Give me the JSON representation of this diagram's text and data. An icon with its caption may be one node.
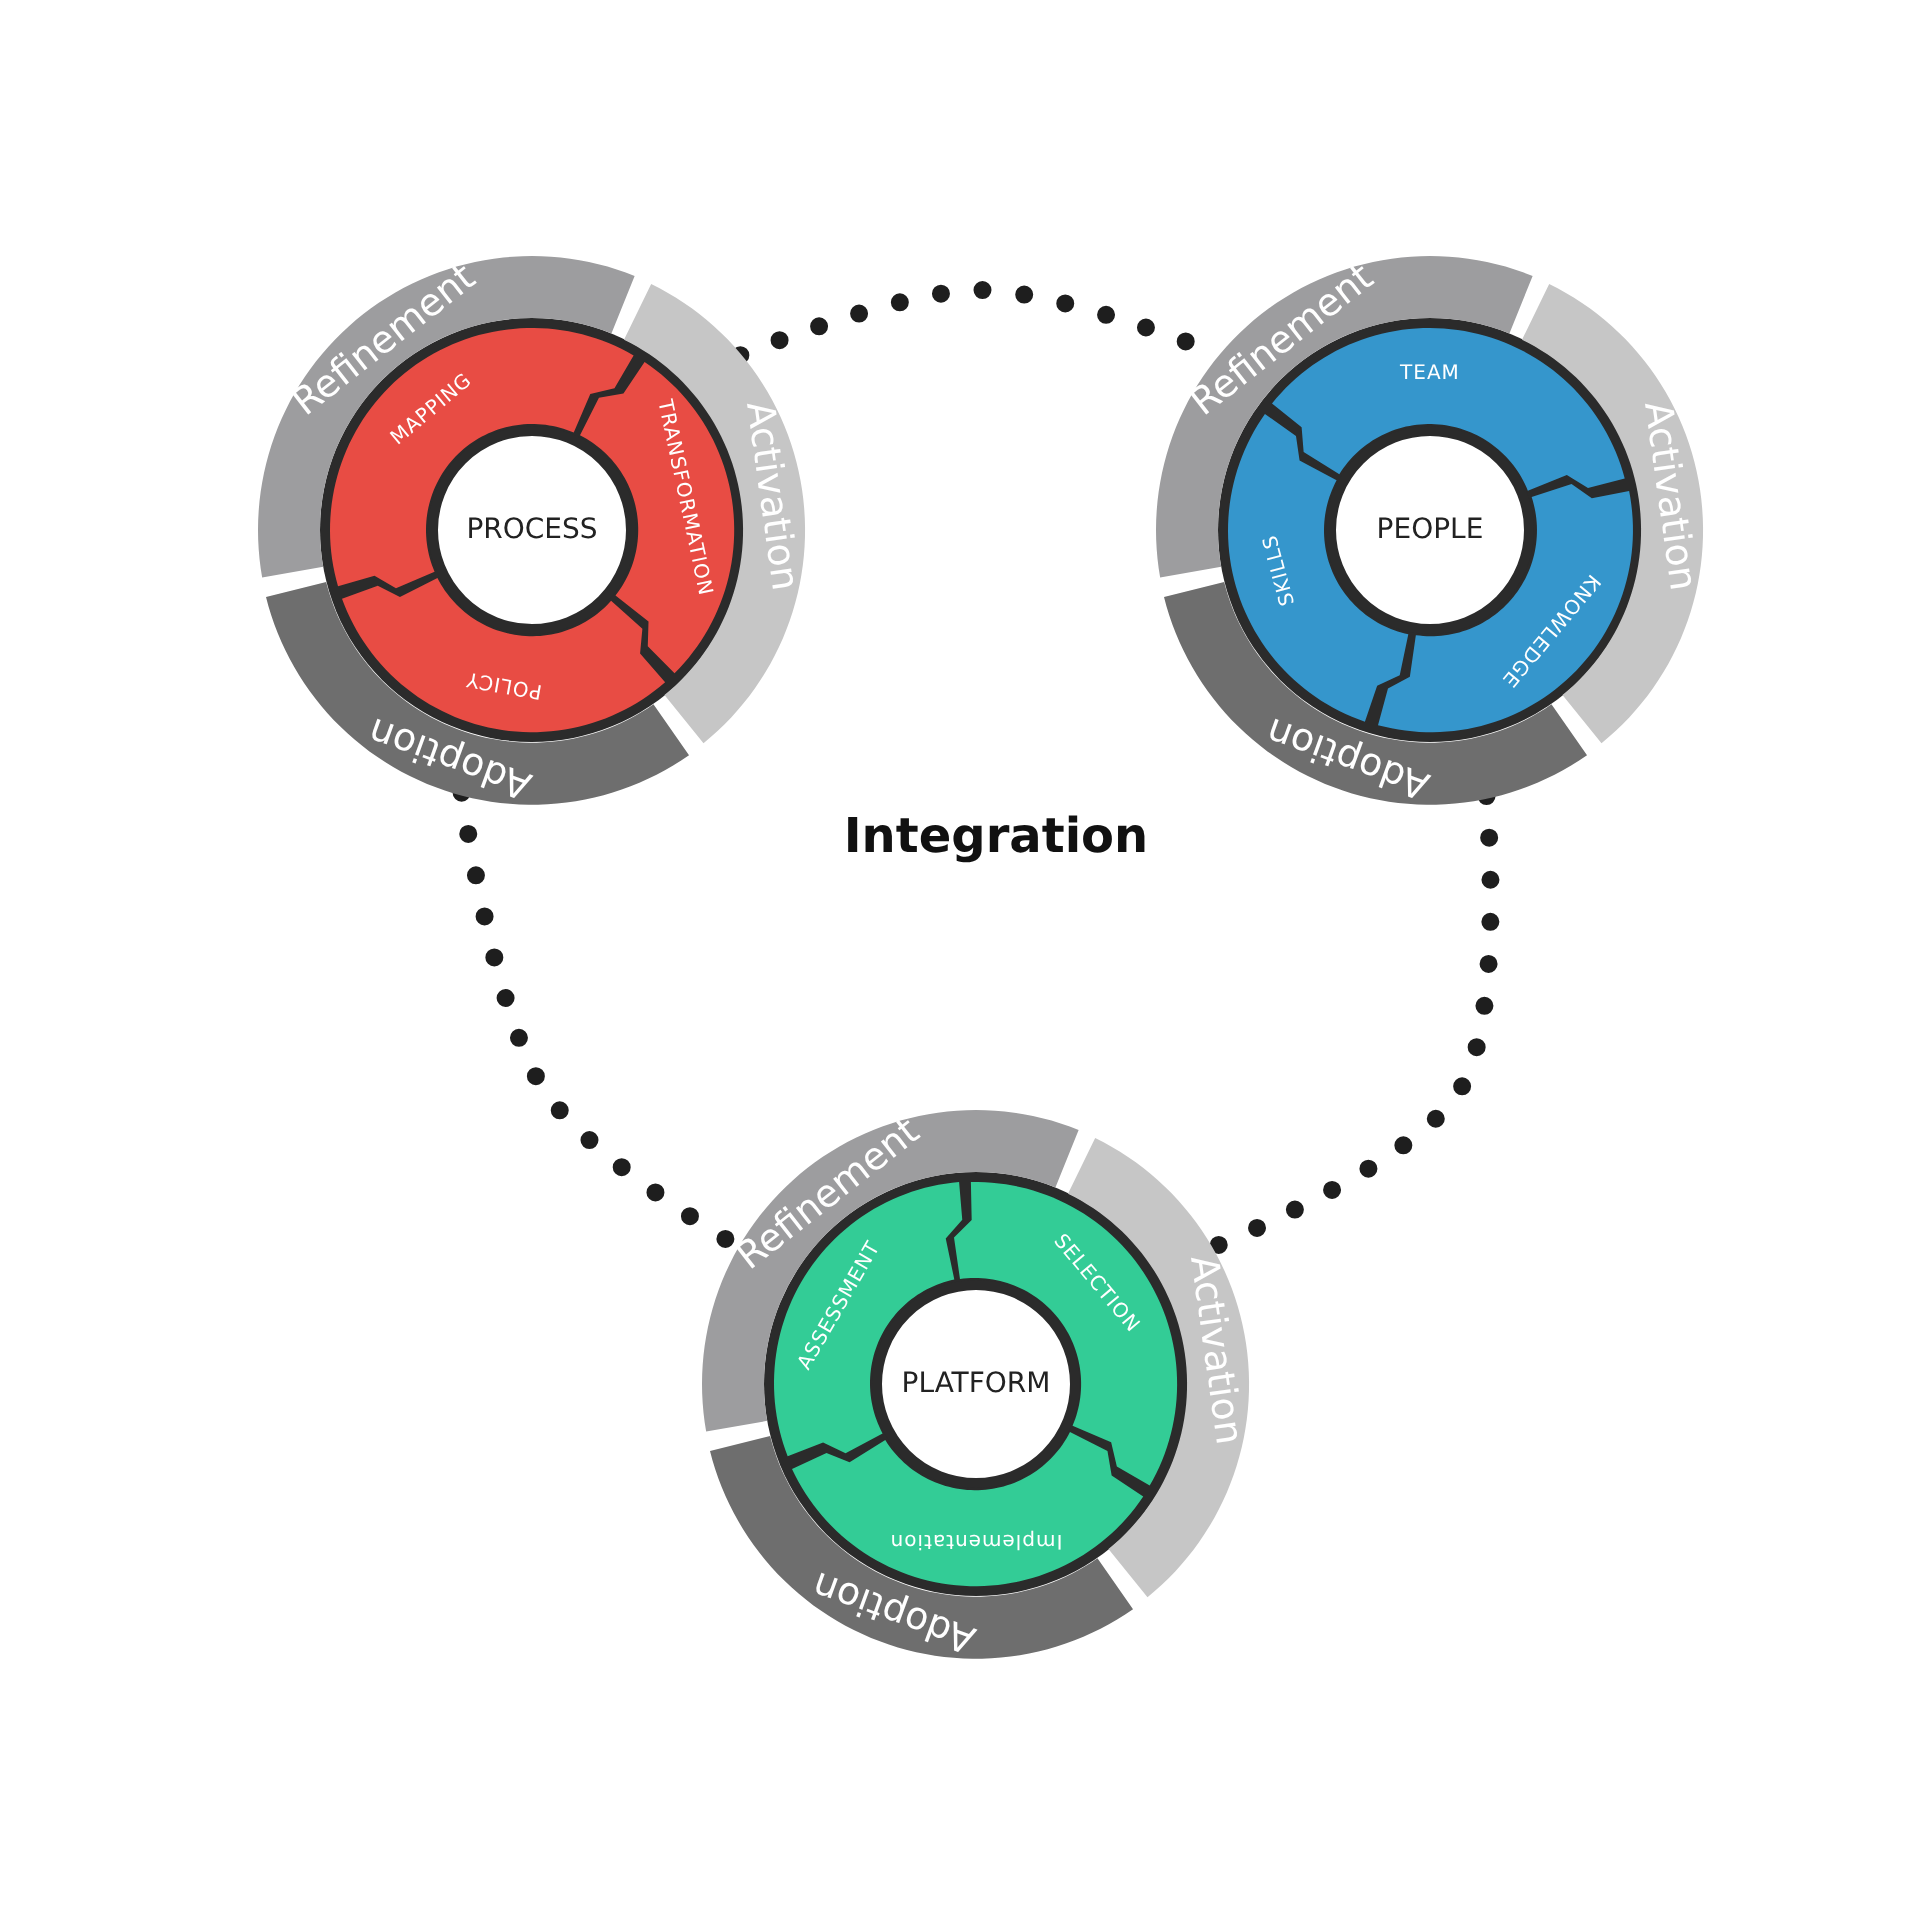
{
  "diagram": {
    "nodes": [
      {
        "text": [
          "Refinement"
        ]
      },
      {
        "text": [
          "Activation"
        ]
      },
      {
        "text": [
          "Adoption"
        ]
      },
      {
        "text": [
          "MAPPING"
        ]
      },
      {
        "text": [
          "TRANSFORMATION"
        ]
      },
      {
        "text": [
          "POLICY"
        ]
      },
      {
        "text": [
          "PROCESS"
        ]
      },
      {
        "text": [
          "Refinement"
        ]
      },
      {
        "text": [
          "Activation"
        ]
      },
      {
        "text": [
          "Adoption"
        ]
      },
      {
        "text": [
          "TEAM"
        ]
      },
      {
        "text": [
          "KNOWLEDGE"
        ]
      },
      {
        "text": [
          "SKILLS"
        ]
      },
      {
        "text": [
          "PEOPLE"
        ]
      },
      {
        "text": [
          "Refinement"
        ]
      },
      {
        "text": [
          "Activation"
        ]
      },
      {
        "text": [
          "Adoption"
        ]
      },
      {
        "text": [
          "ASSESSMENT"
        ]
      },
      {
        "text": [
          "SELECTION"
        ]
      },
      {
        "text": [
          "Implementation"
        ]
      },
      {
        "text": [
          "PLATFORM"
        ]
      }
    ],
    "edges": [
      {
        "from": 1,
        "to": 7,
        "arrow": "none",
        "style": "dashed"
      },
      {
        "from": 2,
        "to": 14,
        "arrow": "none",
        "style": "dashed"
      },
      {
        "from": 9,
        "to": 15,
        "arrow": "none",
        "style": "dashed"
      }
    ],
    "labels": [
      "Integration"
    ]
  }
}
